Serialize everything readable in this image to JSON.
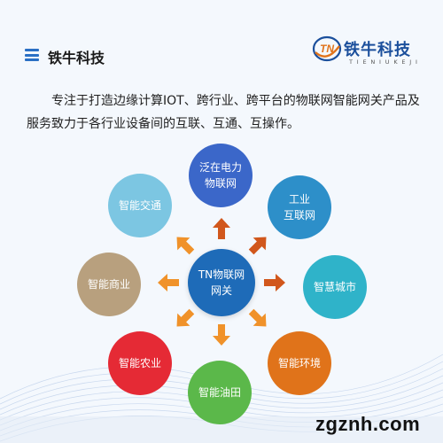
{
  "header": {
    "title": "铁牛科技",
    "logo": {
      "mark_letters": "TN",
      "name": "铁牛科技",
      "subtitle": "TIENIUKEJI"
    }
  },
  "intro": {
    "text": "专注于打造边缘计算IOT、跨行业、跨平台的物联网智能网关产品及服务致力于各行业设备间的互联、互通、互操作。"
  },
  "diagram": {
    "center": {
      "label": "TN物联网\n网关",
      "color": "#1e6bb8"
    },
    "nodes": [
      {
        "id": "top",
        "label": "泛在电力\n物联网",
        "color": "#3b67c9"
      },
      {
        "id": "top-right",
        "label": "工业\n互联网",
        "color": "#2d8fc9"
      },
      {
        "id": "right",
        "label": "智慧城市",
        "color": "#2fb3c9"
      },
      {
        "id": "bottom-right",
        "label": "智能环境",
        "color": "#e0731a"
      },
      {
        "id": "bottom",
        "label": "智能油田",
        "color": "#5bb84a"
      },
      {
        "id": "bottom-left",
        "label": "智能农业",
        "color": "#e52a35"
      },
      {
        "id": "left",
        "label": "智能商业",
        "color": "#b8a07e"
      },
      {
        "id": "top-left",
        "label": "智能交通",
        "color": "#7cc6e2"
      }
    ],
    "arrow_colors": {
      "up": "#d1571c",
      "orange": "#f0922a"
    }
  },
  "watermark": {
    "text": "zgznh.com"
  },
  "colors": {
    "accent": "#2a6fc4",
    "brand": "#1b4f9c"
  }
}
